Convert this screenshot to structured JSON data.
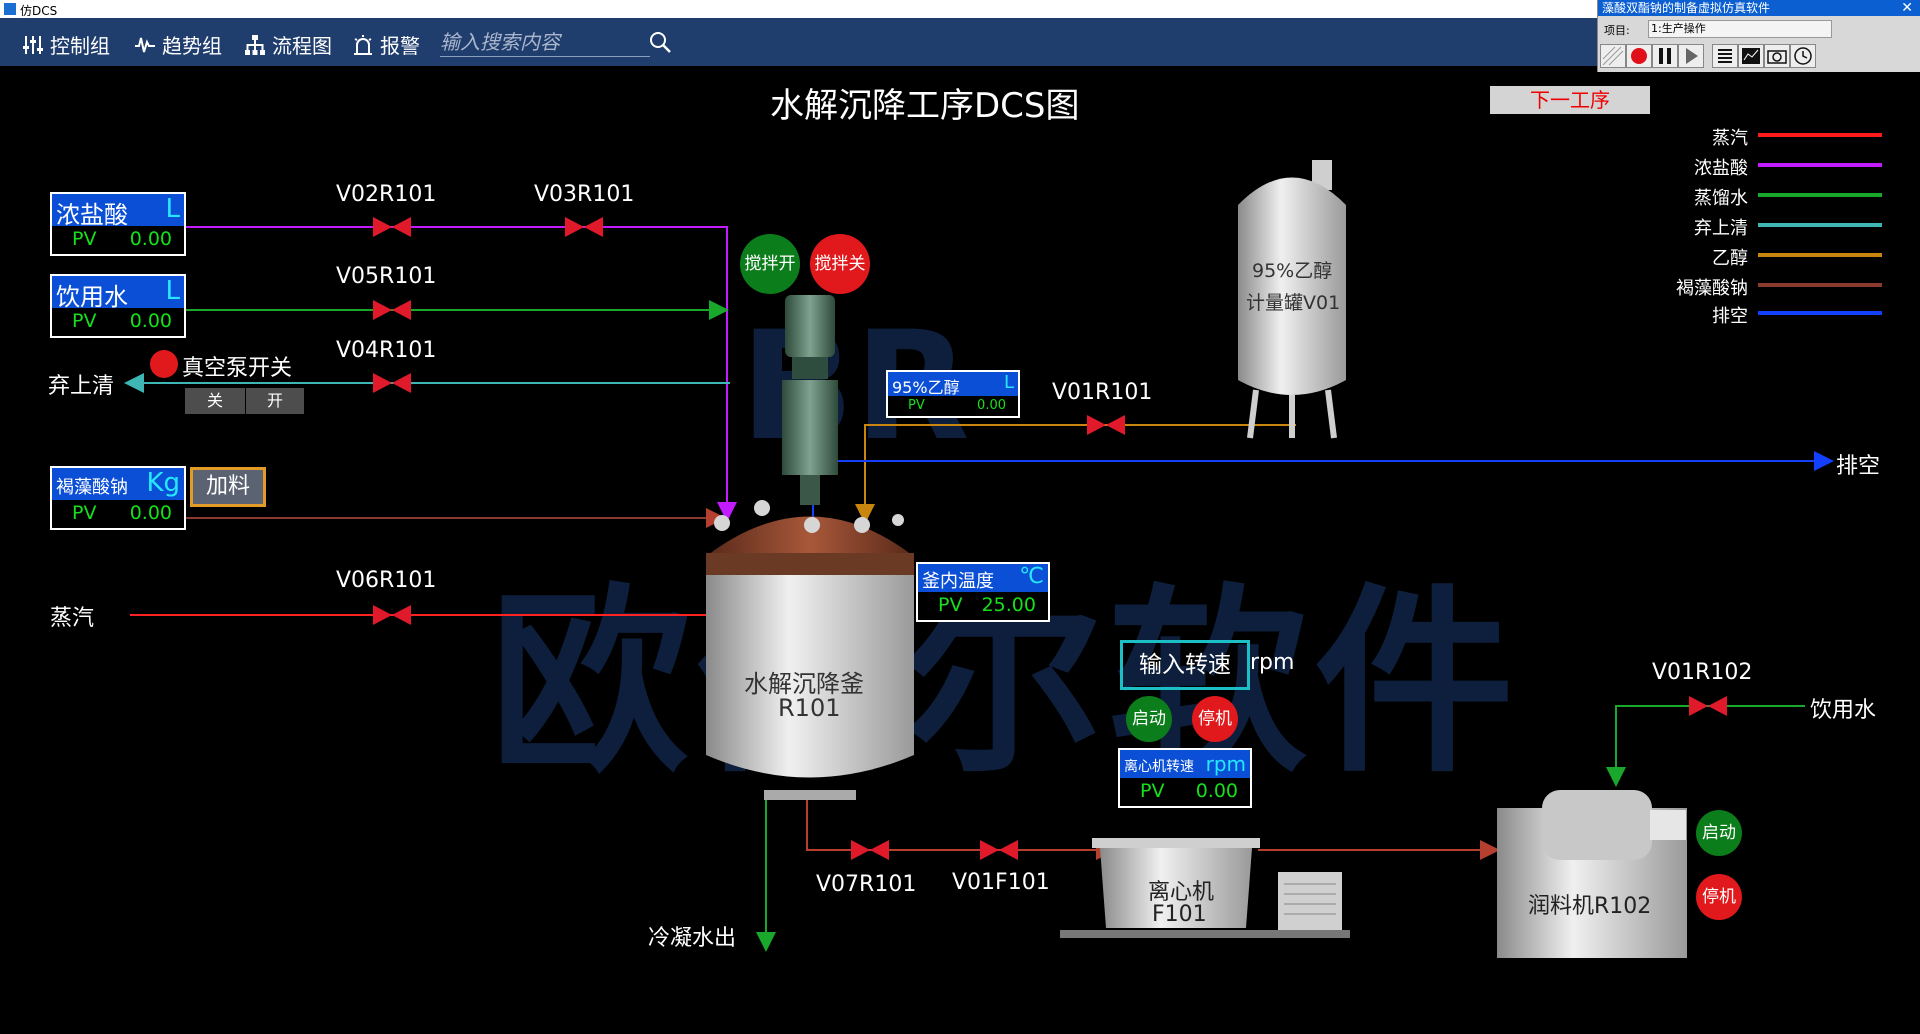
{
  "window": {
    "title": "仿DCS"
  },
  "menu": [
    {
      "label": "控制组",
      "icon": "sliders-icon"
    },
    {
      "label": "趋势组",
      "icon": "trend-icon"
    },
    {
      "label": "流程图",
      "icon": "flowchart-icon"
    },
    {
      "label": "报警",
      "icon": "alarm-icon"
    }
  ],
  "search": {
    "placeholder": "输入搜索内容"
  },
  "sim_panel": {
    "title": "藻酸双酯钠的制备虚拟仿真软件",
    "close": "✕",
    "project_label": "项目:",
    "project_value": "1:生产操作"
  },
  "page": {
    "title": "水解沉降工序DCS图",
    "next_button": "下一工序"
  },
  "legend": [
    {
      "label": "蒸汽",
      "color": "#ff1b1b"
    },
    {
      "label": "浓盐酸",
      "color": "#c31bff"
    },
    {
      "label": "蒸馏水",
      "color": "#19a82b"
    },
    {
      "label": "弃上清",
      "color": "#3fb6b6"
    },
    {
      "label": "乙醇",
      "color": "#c9860e"
    },
    {
      "label": "褐藻酸钠",
      "color": "#8a3a2e"
    },
    {
      "label": "排空",
      "color": "#1340ff"
    }
  ],
  "instruments": {
    "hcl": {
      "name": "浓盐酸",
      "unit": "L",
      "pv_label": "PV",
      "pv": "0.00"
    },
    "water": {
      "name": "饮用水",
      "unit": "L",
      "pv_label": "PV",
      "pv": "0.00"
    },
    "alginate": {
      "name": "褐藻酸钠",
      "unit": "Kg",
      "pv_label": "PV",
      "pv": "0.00"
    },
    "ethanol": {
      "name": "95%乙醇",
      "unit": "L",
      "pv_label": "PV",
      "pv": "0.00"
    },
    "temp": {
      "name": "釜内温度",
      "unit": "℃",
      "pv_label": "PV",
      "pv": "25.00"
    },
    "centrifuge_speed": {
      "name": "离心机转速",
      "unit": "rpm",
      "pv_label": "PV",
      "pv": "0.00"
    }
  },
  "valves": {
    "v02": "V02R101",
    "v03": "V03R101",
    "v05": "V05R101",
    "v04": "V04R101",
    "v06": "V06R101",
    "v07": "V07R101",
    "v01f": "V01F101",
    "v01": "V01R101",
    "v01r102": "V01R102"
  },
  "labels": {
    "waste": "弃上清",
    "steam": "蒸汽",
    "vacuum": "真空泵开关",
    "vacuum_off": "关",
    "vacuum_on": "开",
    "feed": "加料",
    "stir_on": "搅拌开",
    "stir_off": "搅拌关",
    "reactor": "水解沉降釜",
    "reactor_id": "R101",
    "tank": "95%乙醇",
    "tank_id": "计量罐V01",
    "vent": "排空",
    "condensate": "冷凝水出",
    "speed_input": "输入转速",
    "rpm": "rpm",
    "start": "启动",
    "stop": "停机",
    "centrifuge": "离心机",
    "centrifuge_id": "F101",
    "mixer": "润料机R102",
    "drink_water": "饮用水",
    "watermark_top": "BR",
    "watermark": "欧倍尔软件"
  }
}
